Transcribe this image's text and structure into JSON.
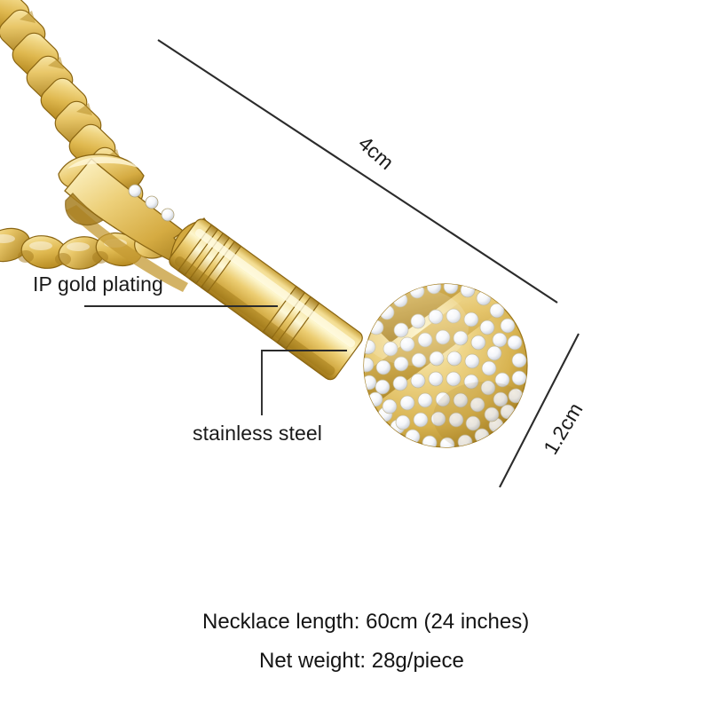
{
  "image": {
    "background_color": "#ffffff",
    "subject": "gold-plated microphone pendant necklace with crystal pave head"
  },
  "annotations": {
    "material_top": {
      "label": "IP gold plating",
      "leader": "horizontal-line-to-pendant-handle"
    },
    "material_bottom": {
      "label": "stainless steel",
      "leader": "elbow-line-to-pendant-handle"
    }
  },
  "dimensions": {
    "length": {
      "label": "4cm",
      "orientation": "diagonal-down-right"
    },
    "width": {
      "label": "1.2cm",
      "orientation": "diagonal-up-right"
    }
  },
  "specs": {
    "necklace_length": "Necklace length: 60cm (24 inches)",
    "net_weight": "Net weight: 28g/piece"
  },
  "palette": {
    "gold_light": "#f7e7a8",
    "gold_mid": "#e8c661",
    "gold_deep": "#c79a2c",
    "gold_shadow": "#9c7316",
    "crystal": "#ffffff",
    "line": "#2b2b2b",
    "text": "#1a1a1a"
  }
}
